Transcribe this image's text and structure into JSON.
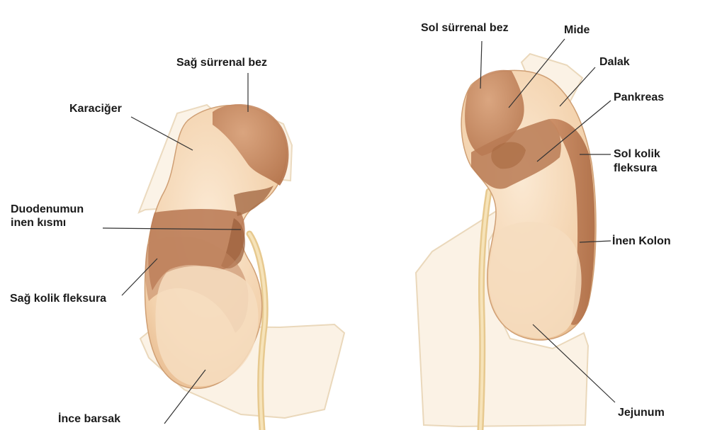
{
  "labels": {
    "sag_surrenal": "Sağ sürrenal bez",
    "karaciger": "Karaciğer",
    "duodenum_1": "Duodenumun",
    "duodenum_2": "inen kısmı",
    "sag_kolik": "Sağ kolik fleksura",
    "ince_barsak": "İnce barsak",
    "sol_surrenal": "Sol sürrenal bez",
    "mide": "Mide",
    "dalak": "Dalak",
    "pankreas": "Pankreas",
    "sol_kolik_1": "Sol kolik",
    "sol_kolik_2": "fleksura",
    "inen_kolon": "İnen Kolon",
    "jejunum": "Jejunum"
  }
}
